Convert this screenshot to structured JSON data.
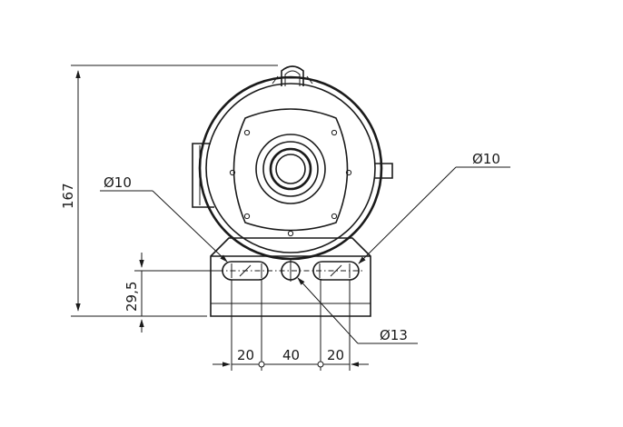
{
  "dimensions": {
    "height_total": "167",
    "height_slot": "29,5",
    "slot_left_diameter": "Ø10",
    "slot_right_diameter": "Ø10",
    "center_hole_diameter": "Ø13",
    "spacing_left": "20",
    "spacing_center": "40",
    "spacing_right": "20"
  },
  "colors": {
    "line": "#1a1a1a",
    "background": "#ffffff"
  }
}
